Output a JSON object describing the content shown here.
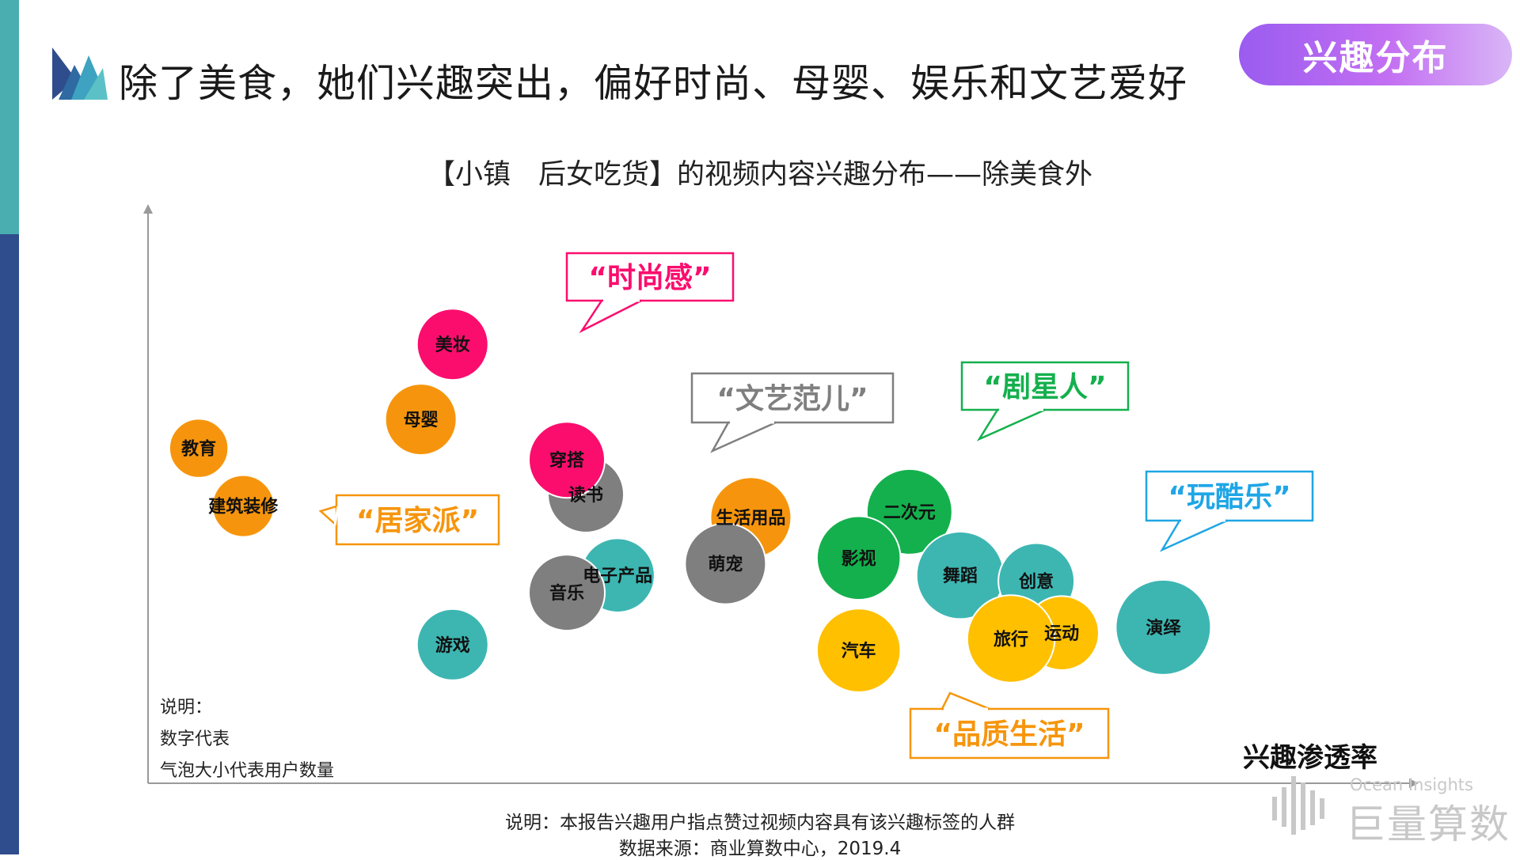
{
  "header": {
    "title": "除了美食，她们兴趣突出，偏好时尚、母婴、娱乐和文艺爱好",
    "badge": "兴趣分布"
  },
  "chart_data": {
    "type": "scatter",
    "title": "【小镇　后女吃货】的视频内容兴趣分布——除美食外",
    "xlabel": "兴趣渗透率",
    "ylabel": "",
    "note_lines": [
      "说明：",
      "数字代表",
      "气泡大小代表用户数量"
    ],
    "colors": {
      "pink": "#fb0d6e",
      "orange": "#f6950d",
      "gray": "#7f7f7f",
      "teal": "#3db6b2",
      "green": "#14b04d",
      "yellow": "#ffc000"
    },
    "points": [
      {
        "label": "美妆",
        "x": 0.24,
        "y": 0.76,
        "size": 0.75,
        "color": "pink"
      },
      {
        "label": "母婴",
        "x": 0.215,
        "y": 0.63,
        "size": 0.75,
        "color": "orange"
      },
      {
        "label": "教育",
        "x": 0.04,
        "y": 0.58,
        "size": 0.62,
        "color": "orange"
      },
      {
        "label": "建筑装修",
        "x": 0.075,
        "y": 0.48,
        "size": 0.65,
        "color": "orange"
      },
      {
        "label": "读书",
        "x": 0.345,
        "y": 0.5,
        "size": 0.8,
        "color": "gray"
      },
      {
        "label": "穿搭",
        "x": 0.33,
        "y": 0.56,
        "size": 0.8,
        "color": "pink"
      },
      {
        "label": "电子产品",
        "x": 0.37,
        "y": 0.36,
        "size": 0.78,
        "color": "teal"
      },
      {
        "label": "音乐",
        "x": 0.33,
        "y": 0.33,
        "size": 0.8,
        "color": "gray"
      },
      {
        "label": "游戏",
        "x": 0.24,
        "y": 0.24,
        "size": 0.75,
        "color": "teal"
      },
      {
        "label": "生活用品",
        "x": 0.475,
        "y": 0.46,
        "size": 0.85,
        "color": "orange"
      },
      {
        "label": "萌宠",
        "x": 0.455,
        "y": 0.38,
        "size": 0.85,
        "color": "gray"
      },
      {
        "label": "二次元",
        "x": 0.6,
        "y": 0.47,
        "size": 0.9,
        "color": "green"
      },
      {
        "label": "影视",
        "x": 0.56,
        "y": 0.39,
        "size": 0.88,
        "color": "green"
      },
      {
        "label": "汽车",
        "x": 0.56,
        "y": 0.23,
        "size": 0.88,
        "color": "yellow"
      },
      {
        "label": "舞蹈",
        "x": 0.64,
        "y": 0.36,
        "size": 0.92,
        "color": "teal"
      },
      {
        "label": "创意",
        "x": 0.7,
        "y": 0.35,
        "size": 0.8,
        "color": "teal"
      },
      {
        "label": "运动",
        "x": 0.72,
        "y": 0.26,
        "size": 0.78,
        "color": "yellow"
      },
      {
        "label": "旅行",
        "x": 0.68,
        "y": 0.25,
        "size": 0.92,
        "color": "yellow"
      },
      {
        "label": "演绎",
        "x": 0.8,
        "y": 0.27,
        "size": 1.0,
        "color": "teal"
      }
    ],
    "callouts": [
      {
        "text": "“时尚感”",
        "color": "#fb0d6e"
      },
      {
        "text": "“文艺范儿”",
        "color": "#7f7f7f"
      },
      {
        "text": "“剧星人”",
        "color": "#14b04d"
      },
      {
        "text": "“居家派”",
        "color": "#f6950d"
      },
      {
        "text": "“玩酷乐”",
        "color": "#1fa6e6"
      },
      {
        "text": "“品质生活”",
        "color": "#f6950d"
      }
    ]
  },
  "footer": {
    "line1": "说明：本报告兴趣用户指点赞过视频内容具有该兴趣标签的人群",
    "line2": "数据来源：商业算数中心，2019.4"
  },
  "brand": {
    "en": "Ocean Insights",
    "cn": "巨量算数"
  }
}
